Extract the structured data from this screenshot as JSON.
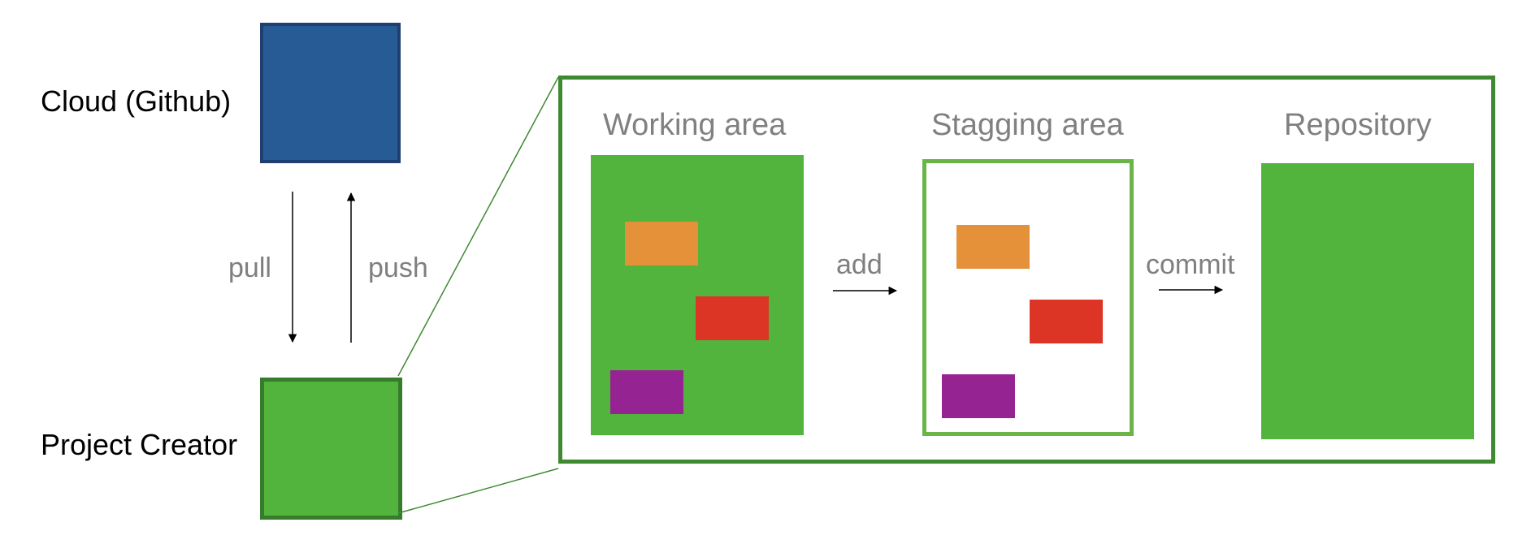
{
  "left_panel": {
    "cloud_label": "Cloud (Github)",
    "creator_label": "Project Creator",
    "pull_label": "pull",
    "push_label": "push"
  },
  "detail_panel": {
    "working_title": "Working area",
    "staging_title": "Stagging area",
    "repository_title": "Repository",
    "add_label": "add",
    "commit_label": "commit"
  },
  "colors": {
    "cloud": "#275b96",
    "creator": "#53b43d",
    "frame": "#3f8a31",
    "file_orange": "#e4913a",
    "file_red": "#dc3526",
    "file_purple": "#962392"
  }
}
